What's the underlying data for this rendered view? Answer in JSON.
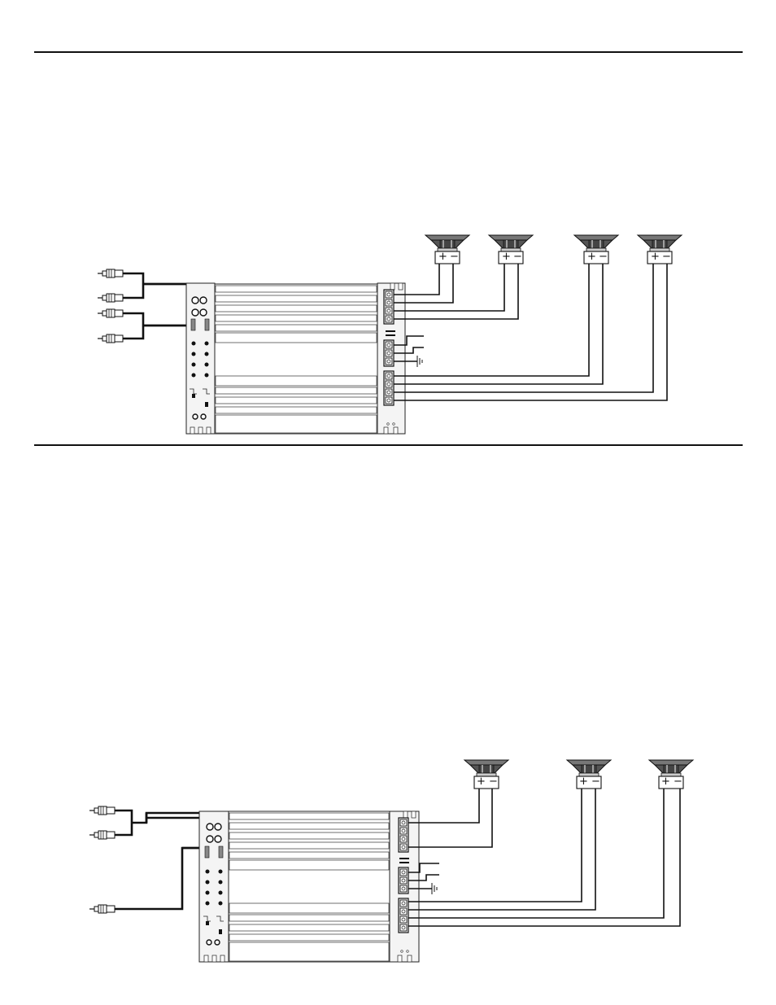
{
  "diagrams": [
    {
      "id": "four-channel-wiring",
      "rca_inputs": 4,
      "speakers": [
        {
          "plus": "+",
          "minus": "−"
        },
        {
          "plus": "+",
          "minus": "−"
        },
        {
          "plus": "+",
          "minus": "−"
        },
        {
          "plus": "+",
          "minus": "−"
        }
      ]
    },
    {
      "id": "three-channel-wiring",
      "rca_inputs": 3,
      "speakers": [
        {
          "plus": "+",
          "minus": "−"
        },
        {
          "plus": "+",
          "minus": "−"
        },
        {
          "plus": "+",
          "minus": "−"
        }
      ]
    }
  ],
  "icons": [
    "rca-plug-icon",
    "speaker-icon",
    "ground-icon",
    "amplifier-icon"
  ],
  "colors": {
    "ink": "#111111",
    "speaker_fill": "#6b6b6b",
    "paper": "#ffffff"
  }
}
